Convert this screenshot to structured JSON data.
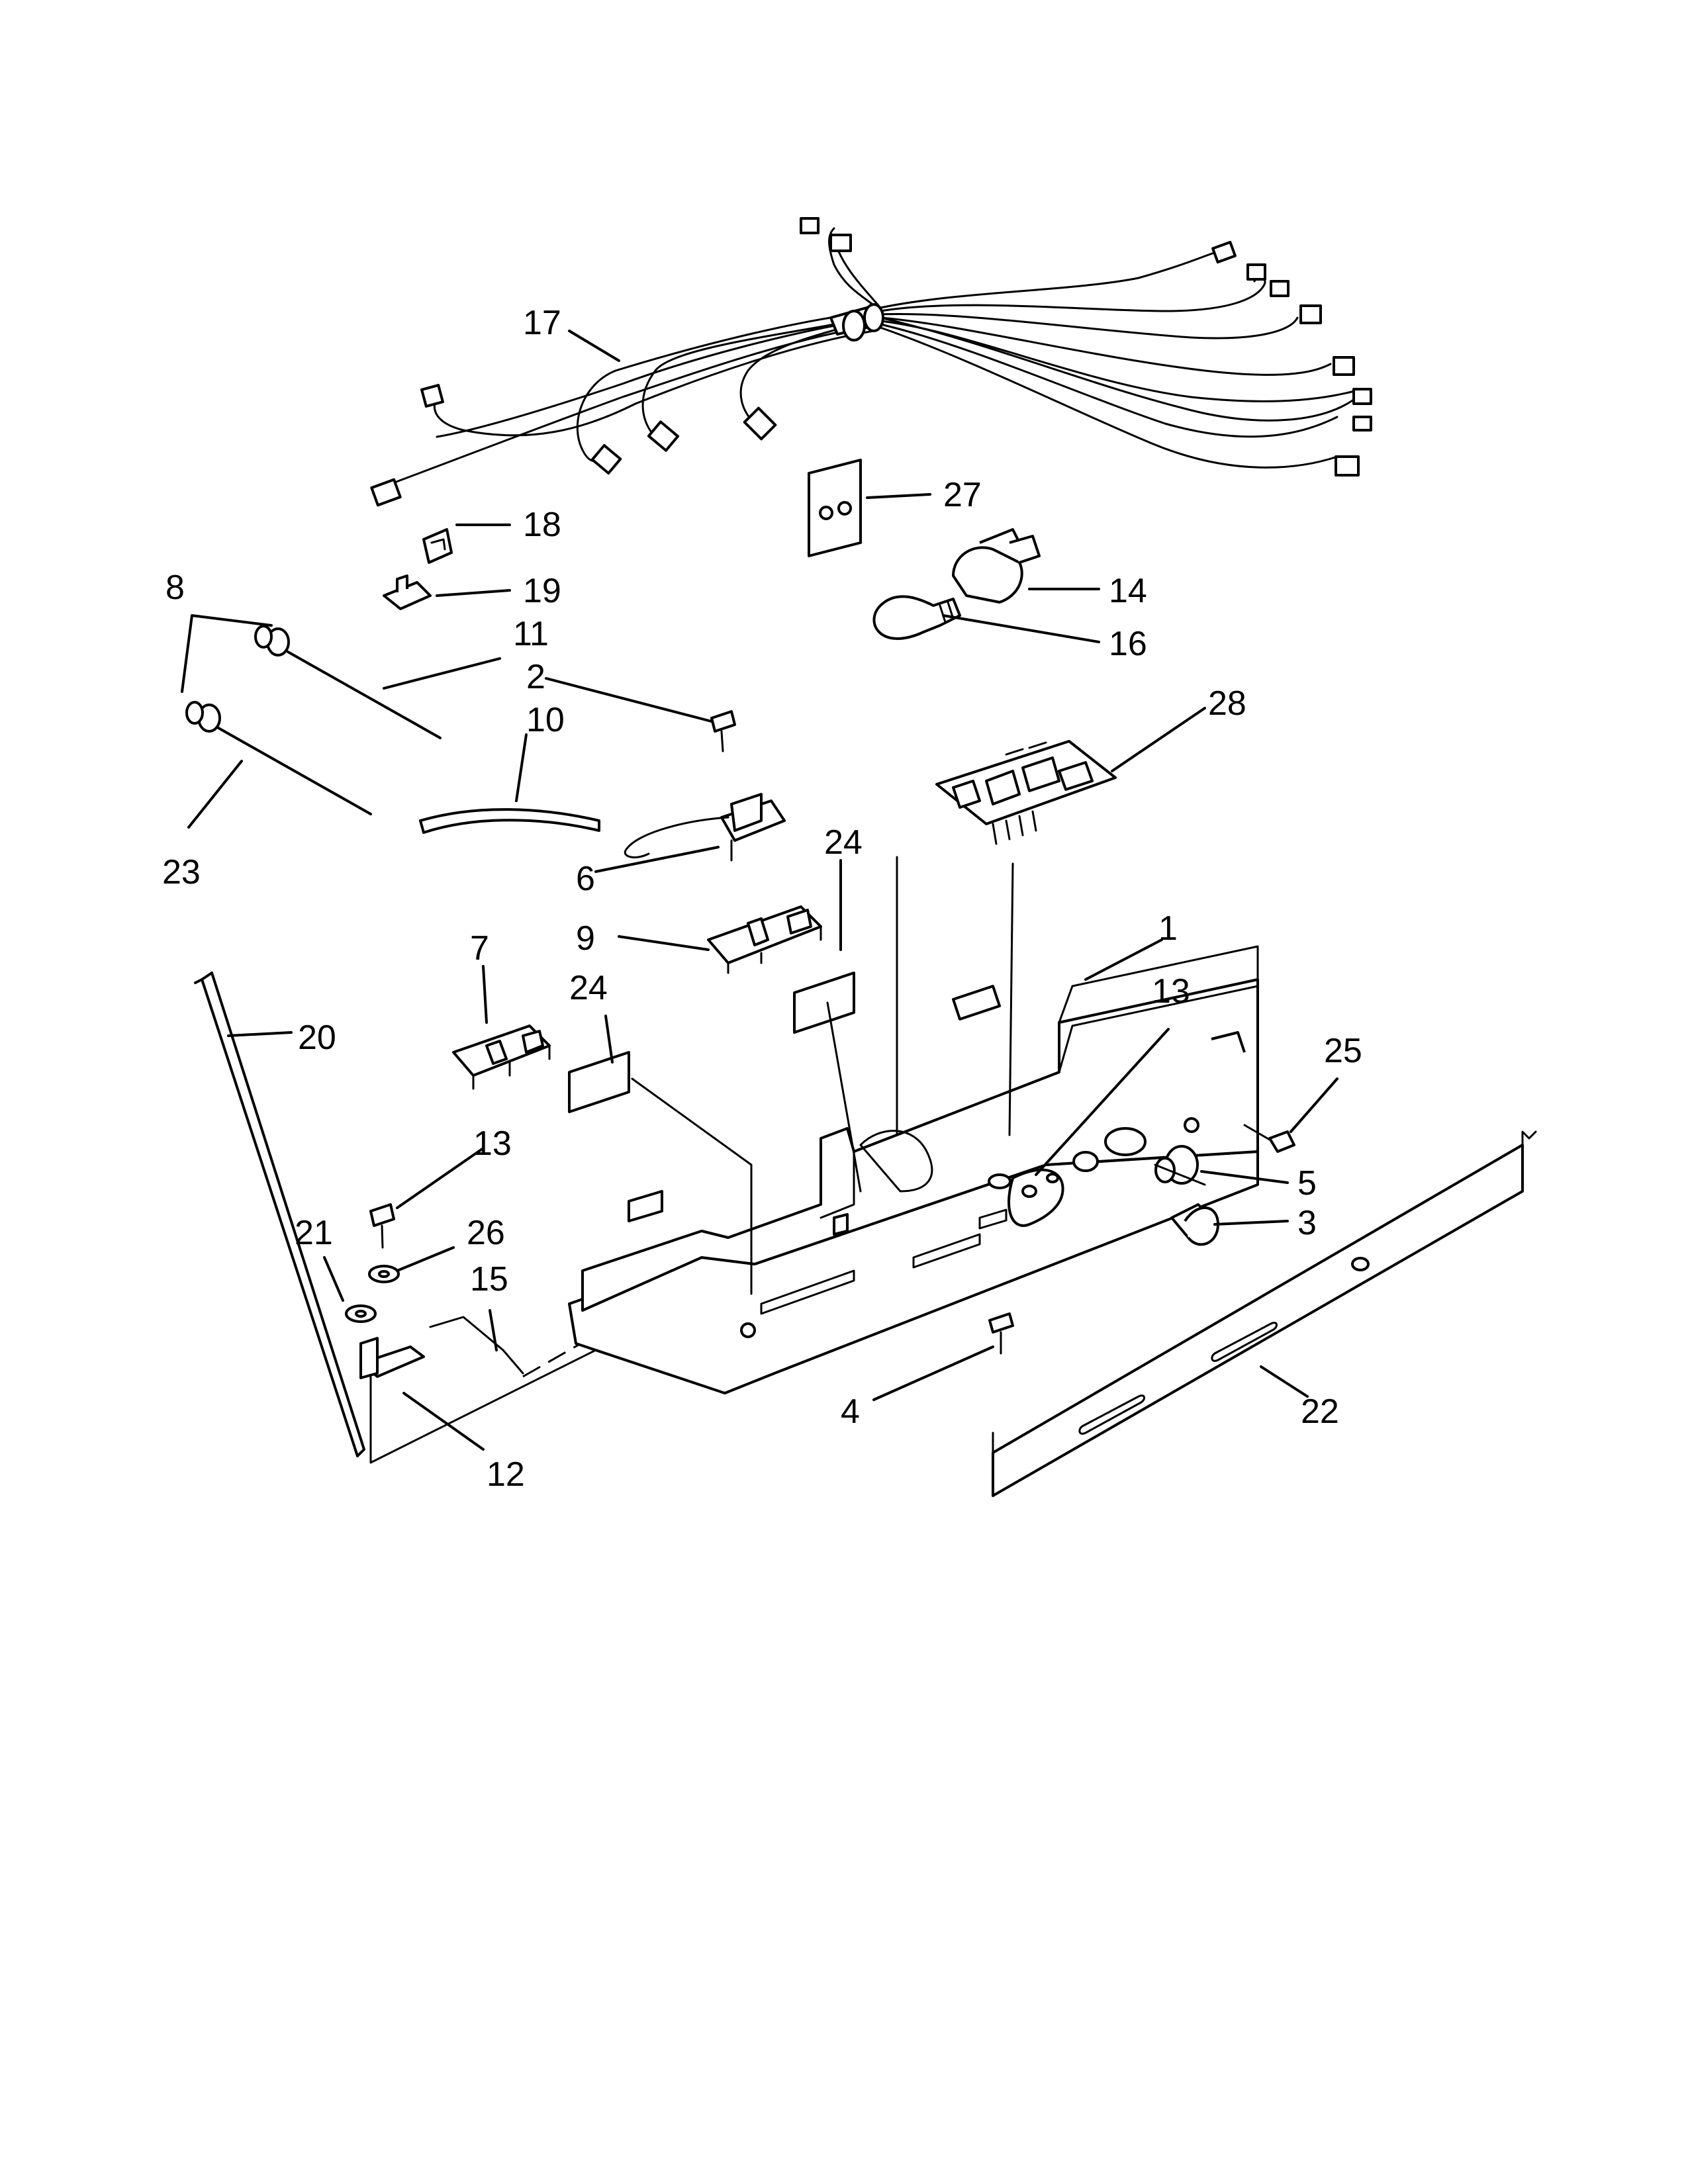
{
  "callouts": [
    {
      "id": "17",
      "text": "17"
    },
    {
      "id": "18",
      "text": "18"
    },
    {
      "id": "19",
      "text": "19"
    },
    {
      "id": "27",
      "text": "27"
    },
    {
      "id": "14",
      "text": "14"
    },
    {
      "id": "16",
      "text": "16"
    },
    {
      "id": "8",
      "text": "8"
    },
    {
      "id": "11",
      "text": "11"
    },
    {
      "id": "2",
      "text": "2"
    },
    {
      "id": "10",
      "text": "10"
    },
    {
      "id": "23",
      "text": "23"
    },
    {
      "id": "6",
      "text": "6"
    },
    {
      "id": "28",
      "text": "28"
    },
    {
      "id": "24a",
      "text": "24"
    },
    {
      "id": "9",
      "text": "9"
    },
    {
      "id": "1",
      "text": "1"
    },
    {
      "id": "7",
      "text": "7"
    },
    {
      "id": "24b",
      "text": "24"
    },
    {
      "id": "13a",
      "text": "13"
    },
    {
      "id": "20",
      "text": "20"
    },
    {
      "id": "25",
      "text": "25"
    },
    {
      "id": "13b",
      "text": "13"
    },
    {
      "id": "5",
      "text": "5"
    },
    {
      "id": "21",
      "text": "21"
    },
    {
      "id": "26",
      "text": "26"
    },
    {
      "id": "3",
      "text": "3"
    },
    {
      "id": "15",
      "text": "15"
    },
    {
      "id": "4",
      "text": "4"
    },
    {
      "id": "22",
      "text": "22"
    },
    {
      "id": "12",
      "text": "12"
    }
  ]
}
